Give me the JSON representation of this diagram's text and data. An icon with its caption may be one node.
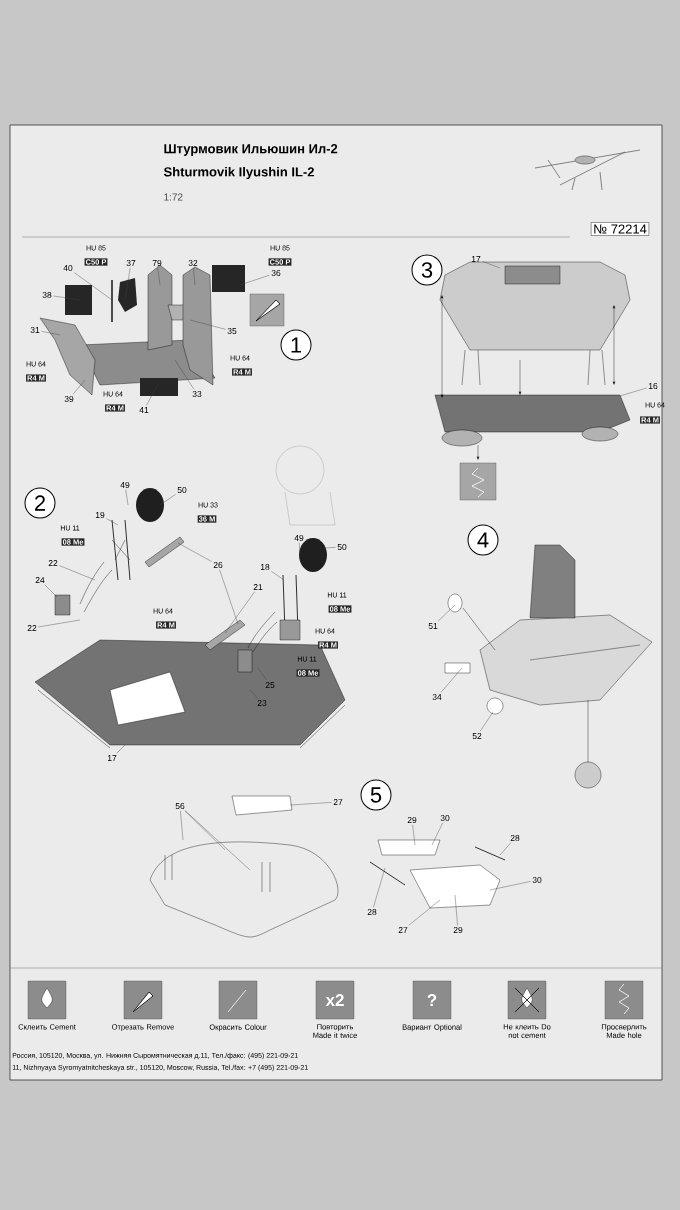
{
  "diagram": {
    "title": "Штурмовик Ильюшин Ил-2",
    "nodes": [
      {
        "text": [
          "40"
        ]
      },
      {
        "text": [
          "37"
        ]
      },
      {
        "text": [
          "79"
        ]
      },
      {
        "text": [
          "32"
        ]
      },
      {
        "text": [
          "36"
        ]
      },
      {
        "text": [
          "38"
        ]
      },
      {
        "text": [
          "31"
        ]
      },
      {
        "text": [
          "35"
        ]
      },
      {
        "text": [
          "39"
        ]
      },
      {
        "text": [
          "33"
        ]
      },
      {
        "text": [
          "41"
        ]
      },
      {
        "text": [
          "17"
        ]
      },
      {
        "text": [
          "16"
        ]
      },
      {
        "text": [
          "49"
        ]
      },
      {
        "text": [
          "50"
        ]
      },
      {
        "text": [
          "19"
        ]
      },
      {
        "text": [
          "22"
        ]
      },
      {
        "text": [
          "24"
        ]
      },
      {
        "text": [
          "22"
        ]
      },
      {
        "text": [
          "26"
        ]
      },
      {
        "text": [
          "21"
        ]
      },
      {
        "text": [
          "18"
        ]
      },
      {
        "text": [
          "49"
        ]
      },
      {
        "text": [
          "50"
        ]
      },
      {
        "text": [
          "25"
        ]
      },
      {
        "text": [
          "23"
        ]
      },
      {
        "text": [
          "17"
        ]
      },
      {
        "text": [
          "51"
        ]
      },
      {
        "text": [
          "34"
        ]
      },
      {
        "text": [
          "52"
        ]
      },
      {
        "text": [
          "56"
        ]
      },
      {
        "text": [
          "27"
        ]
      },
      {
        "text": [
          "29"
        ]
      },
      {
        "text": [
          "30"
        ]
      },
      {
        "text": [
          "28"
        ]
      },
      {
        "text": [
          "30"
        ]
      },
      {
        "text": [
          "28"
        ]
      },
      {
        "text": [
          "27"
        ]
      },
      {
        "text": [
          "29"
        ]
      }
    ],
    "edges": [
      {
        "from": 0,
        "to": null,
        "arrow": "none"
      },
      {
        "from": 1,
        "to": null,
        "arrow": "none"
      },
      {
        "from": 2,
        "to": null,
        "arrow": "none"
      },
      {
        "from": 3,
        "to": null,
        "arrow": "none"
      },
      {
        "from": 4,
        "to": null,
        "arrow": "none"
      },
      {
        "from": 5,
        "to": null,
        "arrow": "none"
      },
      {
        "from": 6,
        "to": null,
        "arrow": "none"
      },
      {
        "from": 7,
        "to": null,
        "arrow": "none"
      },
      {
        "from": 8,
        "to": null,
        "arrow": "none"
      },
      {
        "from": 9,
        "to": null,
        "arrow": "none"
      },
      {
        "from": 10,
        "to": null,
        "arrow": "none"
      },
      {
        "from": 11,
        "to": null,
        "arrow": "none"
      },
      {
        "from": 12,
        "to": null,
        "arrow": "none"
      },
      {
        "from": 13,
        "to": null,
        "arrow": "none"
      },
      {
        "from": 14,
        "to": null,
        "arrow": "none"
      },
      {
        "from": 15,
        "to": null,
        "arrow": "none"
      },
      {
        "from": 16,
        "to": null,
        "arrow": "none"
      },
      {
        "from": 17,
        "to": null,
        "arrow": "none"
      },
      {
        "from": 18,
        "to": null,
        "arrow": "none"
      },
      {
        "from": 19,
        "to": null,
        "arrow": "none"
      },
      {
        "from": 20,
        "to": null,
        "arrow": "none"
      },
      {
        "from": 21,
        "to": null,
        "arrow": "none"
      },
      {
        "from": 22,
        "to": null,
        "arrow": "none"
      },
      {
        "from": 23,
        "to": null,
        "arrow": "none"
      },
      {
        "from": 24,
        "to": null,
        "arrow": "none"
      },
      {
        "from": 25,
        "to": null,
        "arrow": "none"
      },
      {
        "from": 26,
        "to": null,
        "arrow": "none"
      },
      {
        "from": 27,
        "to": null,
        "arrow": "none"
      },
      {
        "from": 28,
        "to": null,
        "arrow": "none"
      },
      {
        "from": 29,
        "to": null,
        "arrow": "none"
      },
      {
        "from": 30,
        "to": null,
        "arrow": "none"
      },
      {
        "from": 31,
        "to": null,
        "arrow": "none"
      },
      {
        "from": 32,
        "to": null,
        "arrow": "none"
      },
      {
        "from": 33,
        "to": null,
        "arrow": "none"
      },
      {
        "from": 34,
        "to": null,
        "arrow": "none"
      },
      {
        "from": 35,
        "to": null,
        "arrow": "none"
      },
      {
        "from": 36,
        "to": null,
        "arrow": "none"
      },
      {
        "from": 37,
        "to": null,
        "arrow": "none"
      },
      {
        "from": 38,
        "to": null,
        "arrow": "none"
      },
      {
        "from": 30,
        "to": null,
        "arrow": "none"
      },
      {
        "from": 30,
        "to": null,
        "arrow": "none"
      },
      {
        "from": 19,
        "to": null,
        "arrow": "none"
      }
    ],
    "labels": [
      "Shturmovik Ilyushin IL-2",
      "1:72",
      "№ 72214",
      "HU 85",
      "C50 P",
      "HU 85",
      "C50 P",
      "1",
      "HU 64",
      "R4 M",
      "HU 64",
      "R4 M",
      "HU 64",
      "R4 M",
      "3",
      "HU 64",
      "R4 M",
      "2",
      "HU 33",
      "36 M",
      "HU 11",
      "08 Me",
      "HU 64",
      "R4 M",
      "HU 11",
      "08 Me",
      "HU 64",
      "R4 M",
      "HU 11",
      "08 Me",
      "4",
      "5",
      "x2",
      "?",
      "Россия, 105120, Москва, ул. Нижняя Сыромятническая д.11, Тел./факс: (495) 221-09-21",
      "11, Nizhnyaya Syromyatnitcheskaya str., 105120, Moscow, Russia, Tel./fax: +7 (495) 221-09-21"
    ],
    "legend": [
      {
        "text": "Склеить Cement"
      },
      {
        "text": "Отрезать Remove"
      },
      {
        "text": "Окрасить Colour"
      },
      {
        "text": "Повторить Made it twice"
      },
      {
        "text": "Вариант Optional"
      },
      {
        "text": "Не клеить Do not cement"
      },
      {
        "text": "Просверлить Made hole"
      }
    ]
  }
}
